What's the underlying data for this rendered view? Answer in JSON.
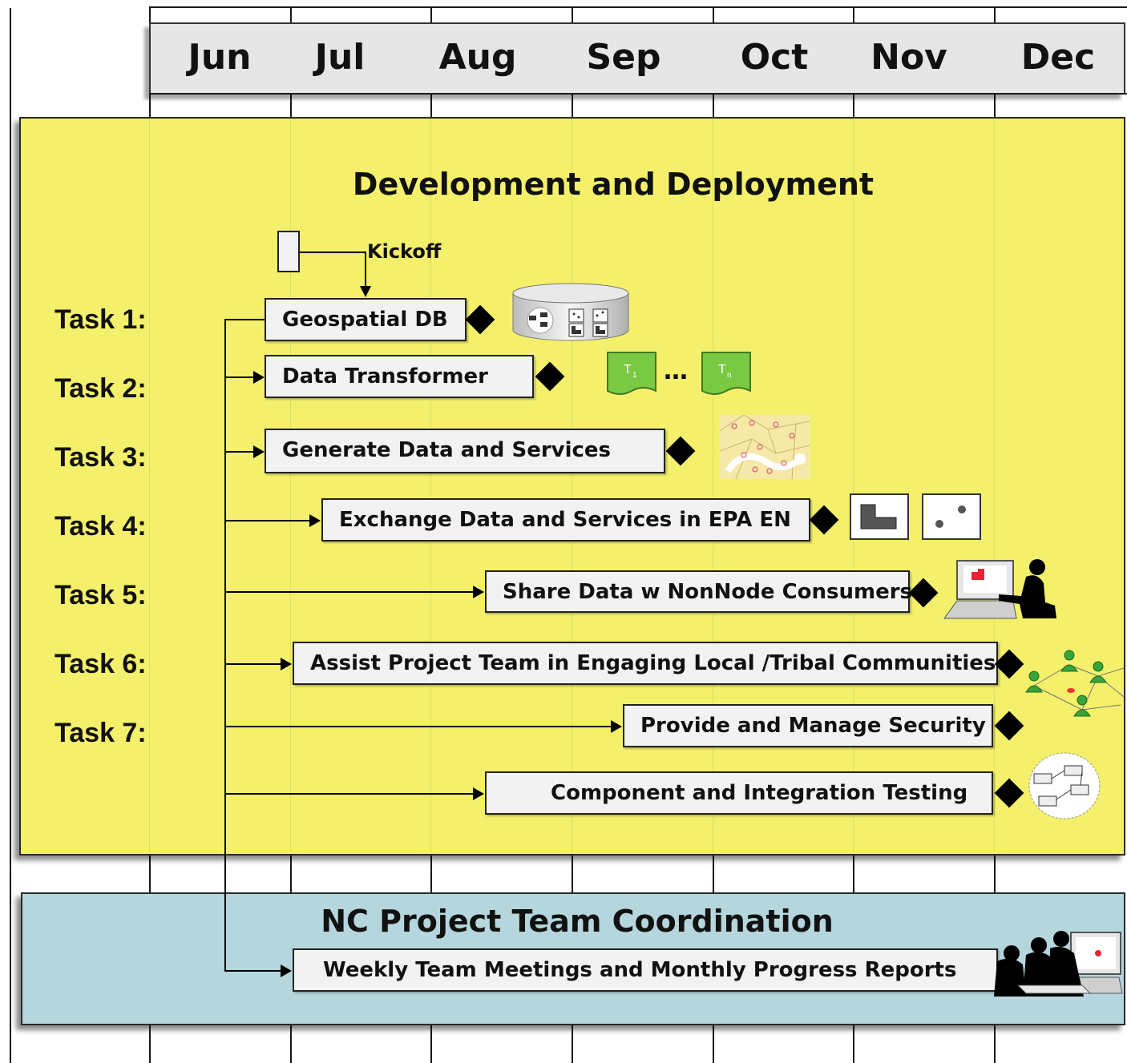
{
  "months": [
    "Jun",
    "Jul",
    "Aug",
    "Sep",
    "Oct",
    "Nov",
    "Dec"
  ],
  "dev_panel": {
    "title": "Development and Deployment",
    "kickoff_label": "Kickoff",
    "task_labels": [
      "Task 1:",
      "Task 2:",
      "Task 3:",
      "Task 4:",
      "Task 5:",
      "Task 6:",
      "Task 7:"
    ],
    "bars": [
      "Geospatial DB",
      "Data Transformer",
      "Generate Data and Services",
      "Exchange Data and Services in EPA EN",
      "Share Data w NonNode Consumers",
      "Assist Project Team in Engaging Local /Tribal Communities",
      "Provide and Manage Security",
      "Component and Integration Testing"
    ],
    "transformer_icons": {
      "first": "T",
      "first_sub": "1",
      "ellipsis": "…",
      "last": "T",
      "last_sub": "n"
    }
  },
  "coord_panel": {
    "title": "NC Project Team Coordination",
    "bar": "Weekly Team Meetings and Monthly Progress Reports"
  },
  "colors": {
    "dev_panel": "#f4f06b",
    "coord_panel": "#b5d6dc",
    "header": "#e6e6e6",
    "bar_fill": "#f2f2f2",
    "transformer_green": "#7ac943"
  },
  "icons": [
    "database-cylinder-icon",
    "transformer-doc-icon",
    "parcel-map-icon",
    "polygon-feature-icon",
    "point-feature-icon",
    "computer-user-icon",
    "community-network-icon",
    "integration-diagram-icon",
    "team-meeting-icon",
    "milestone-diamond-icon"
  ]
}
